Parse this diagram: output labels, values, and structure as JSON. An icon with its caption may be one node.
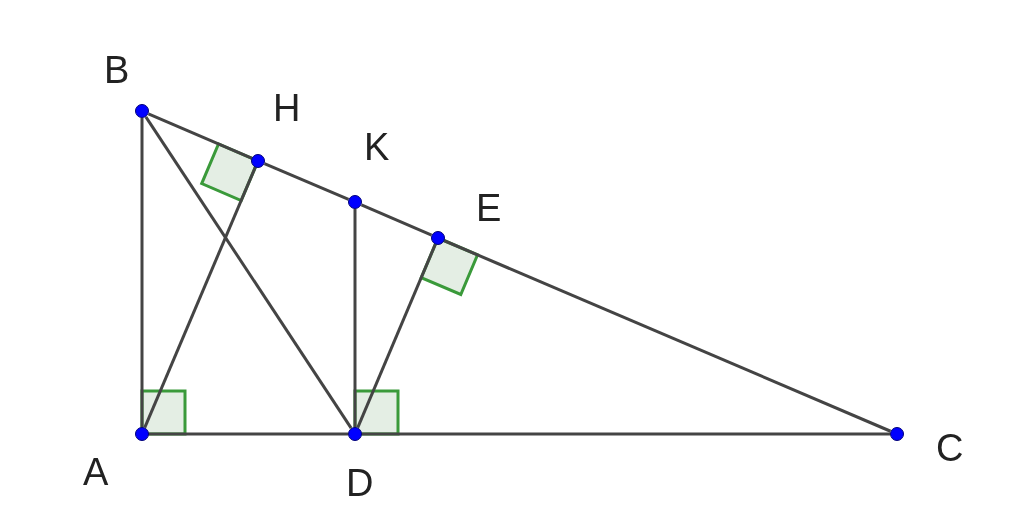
{
  "diagram": {
    "nodes": [
      {
        "text": [
          "B"
        ]
      },
      {
        "text": [
          "H"
        ]
      },
      {
        "text": [
          "K"
        ]
      },
      {
        "text": [
          "E"
        ]
      },
      {
        "text": [
          "A"
        ]
      },
      {
        "text": [
          "D"
        ]
      },
      {
        "text": [
          "C"
        ]
      }
    ],
    "edges": [
      {
        "from": 4,
        "to": 0,
        "arrow": "none"
      },
      {
        "from": 0,
        "to": 1,
        "arrow": "none"
      },
      {
        "from": 1,
        "to": 2,
        "arrow": "none"
      },
      {
        "from": 2,
        "to": 3,
        "arrow": "none"
      },
      {
        "from": 3,
        "to": 6,
        "arrow": "none"
      },
      {
        "from": 4,
        "to": 5,
        "arrow": "none"
      },
      {
        "from": 5,
        "to": 6,
        "arrow": "none"
      },
      {
        "from": 0,
        "to": 5,
        "arrow": "none"
      },
      {
        "from": 4,
        "to": 1,
        "arrow": "none"
      },
      {
        "from": 5,
        "to": 2,
        "arrow": "none"
      },
      {
        "from": 5,
        "to": 3,
        "arrow": "none"
      }
    ]
  }
}
